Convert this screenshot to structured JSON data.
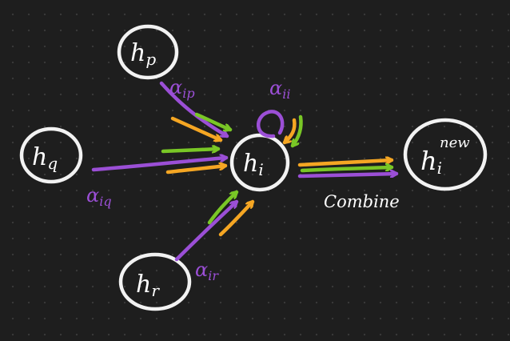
{
  "colors": {
    "background": "#1e1e1e",
    "grid_dot": "#3a3a3a",
    "node_stroke": "#f2f2f2",
    "purple": "#9b4fd6",
    "green": "#79c726",
    "orange": "#f5a623",
    "text": "#ffffff"
  },
  "nodes": {
    "hp": {
      "base": "h",
      "sub": "p"
    },
    "hq": {
      "base": "h",
      "sub": "q"
    },
    "hr": {
      "base": "h",
      "sub": "r"
    },
    "hi": {
      "base": "h",
      "sub": "i"
    },
    "hnew": {
      "base": "h",
      "sub": "i",
      "sup": "new"
    }
  },
  "edge_labels": {
    "alpha_ip": {
      "greek": "α",
      "sub": "ip"
    },
    "alpha_ii": {
      "greek": "α",
      "sub": "ii"
    },
    "alpha_iq": {
      "greek": "α",
      "sub": "iq"
    },
    "alpha_ir": {
      "greek": "α",
      "sub": "ir"
    }
  },
  "combine_label": "Combine"
}
